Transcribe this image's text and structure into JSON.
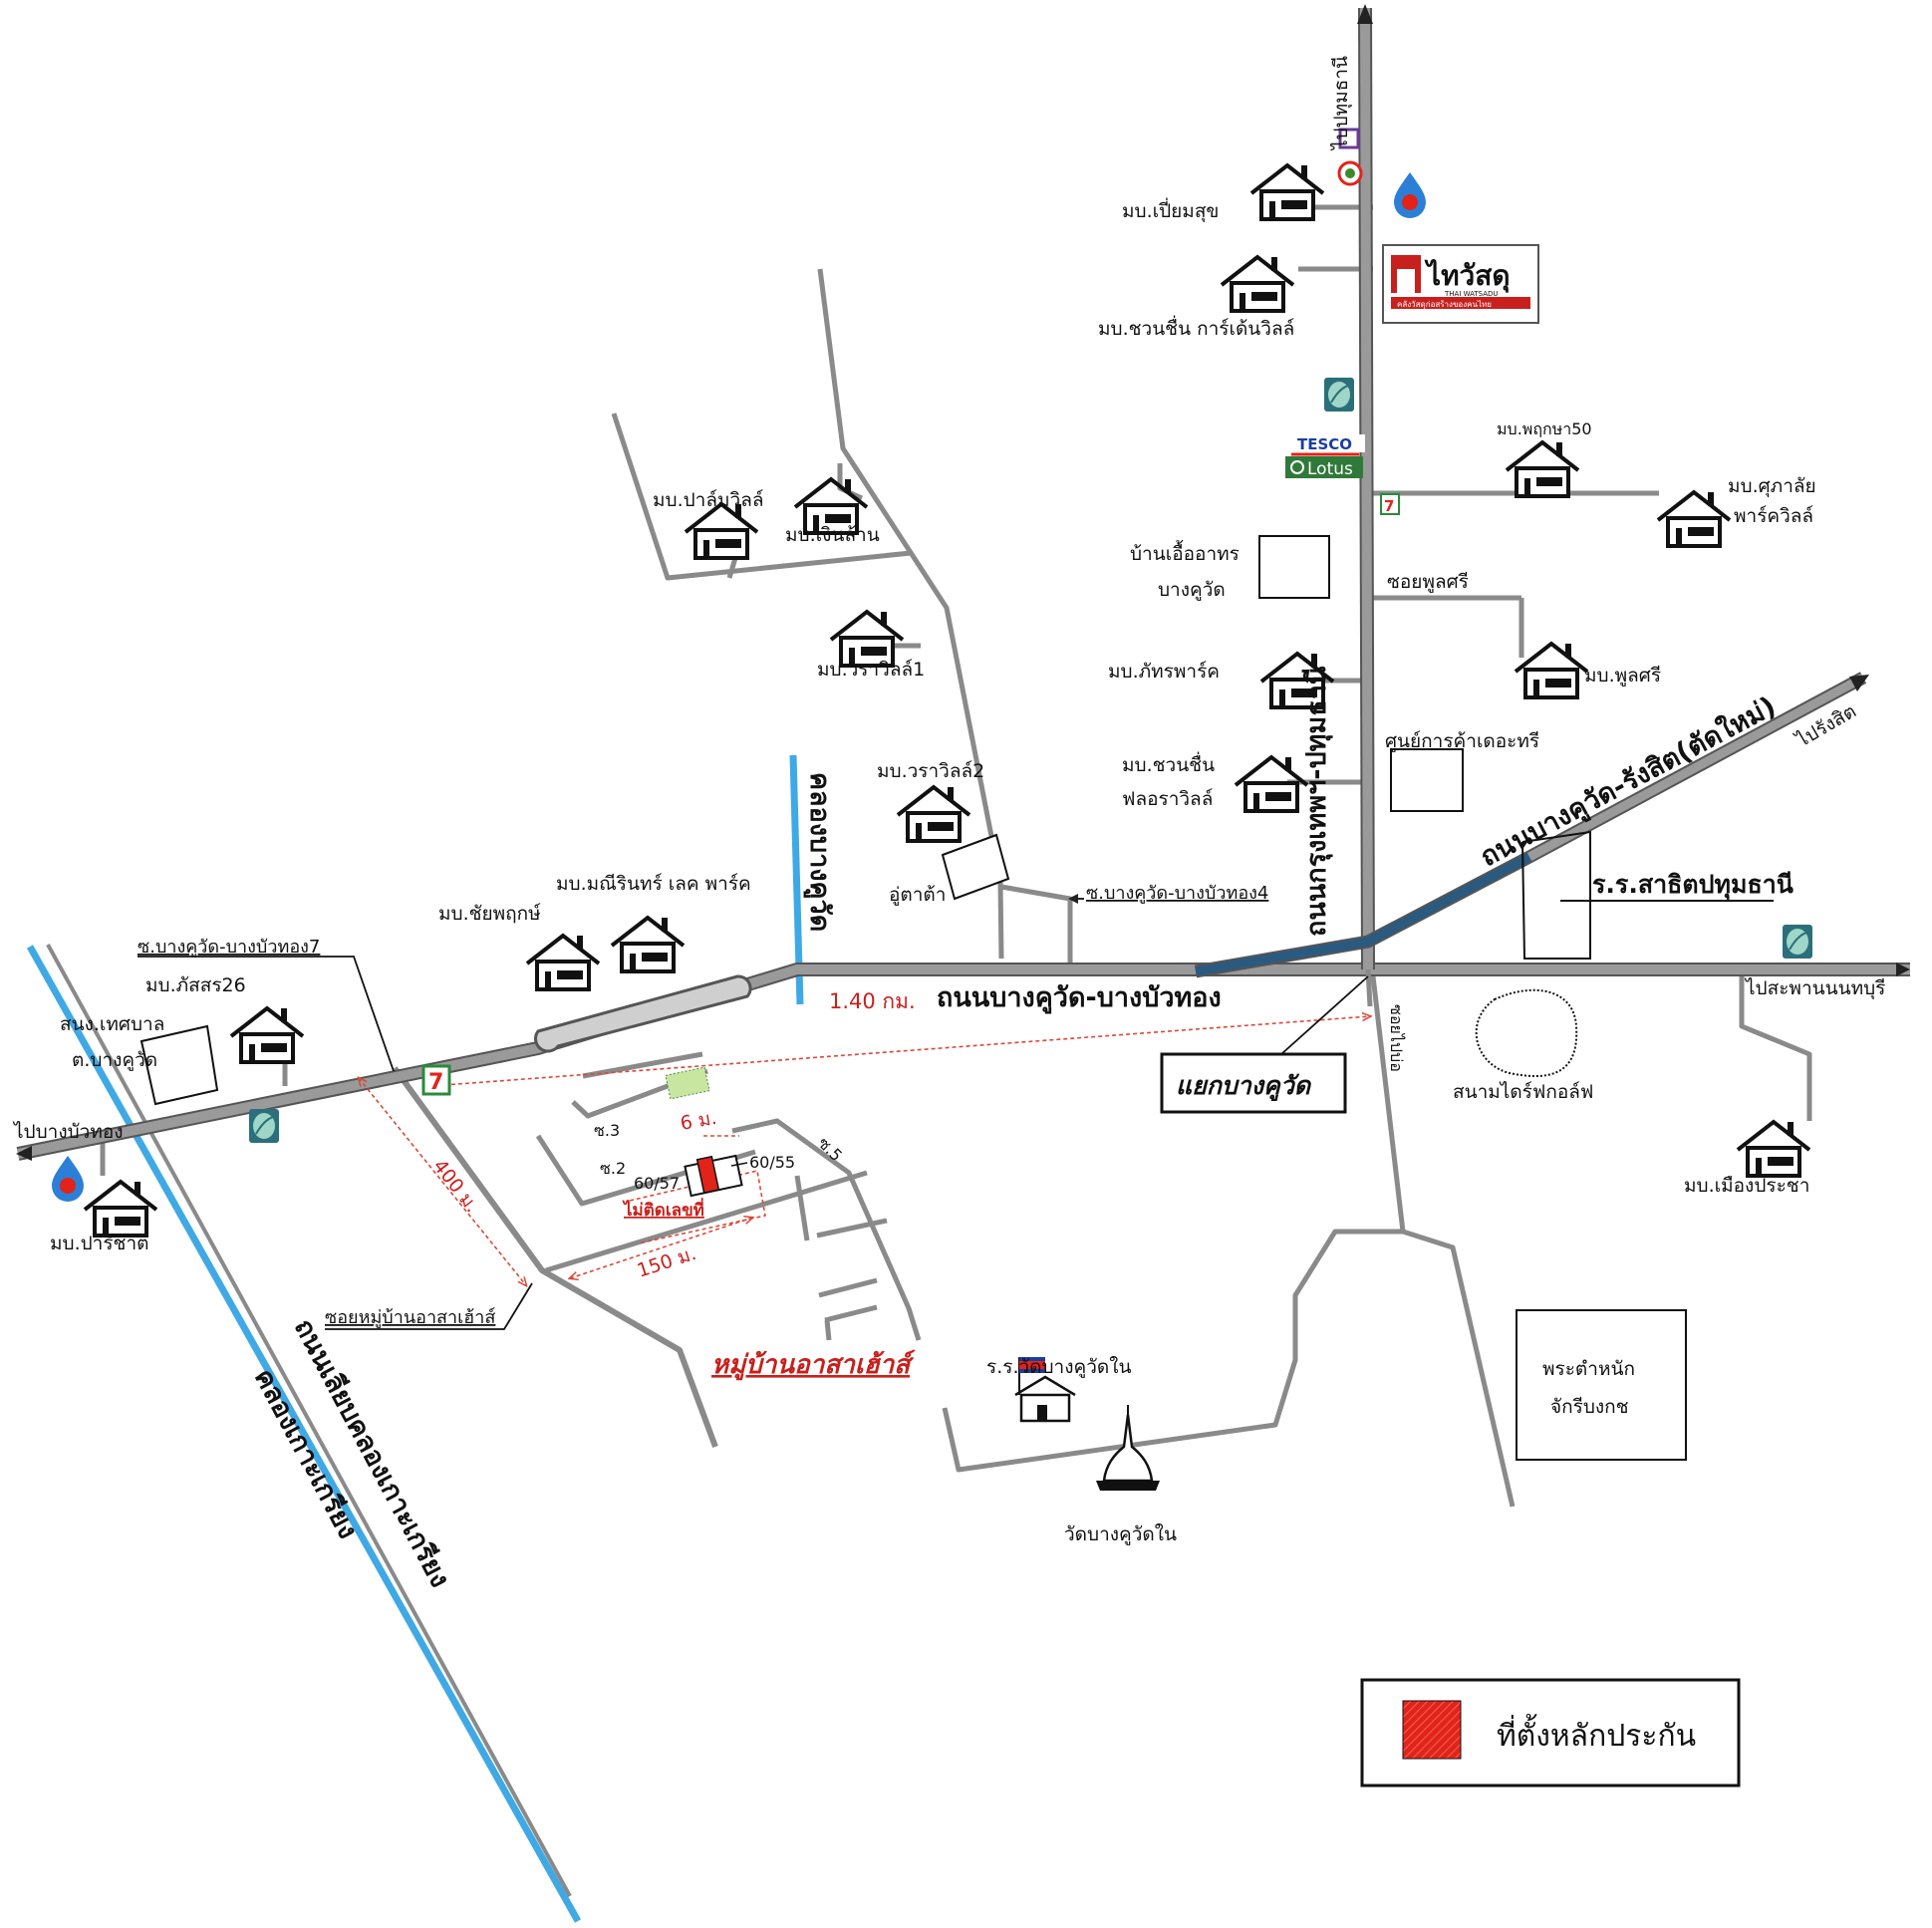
{
  "roads": {
    "main_ew": "ถนนบางคูวัด-บางบัวทอง",
    "main_ns": "ถนนกรุงเทพฯ-ปทุมธานี",
    "rangsit_new": "ถนนบางคูวัด-รังสิต(ตัดใหม่)",
    "canal_road": "ถนนเลียบคลองเกาะเกรียง",
    "soi_south": "ซอยไปบ่อ"
  },
  "canals": {
    "bang_khu_wat": "คลองบางคูวัด",
    "ko_kriang": "คลองเกาะเกรียง"
  },
  "directions": {
    "to_pathum": "ไปปทุมธานี",
    "to_rangsit": "ไปรังสิต",
    "to_nonthaburi": "ไปสะพานนนทบุรี",
    "to_bang_bua_thong": "ไปบางบัวทอง"
  },
  "distances": {
    "main": "1.40 กม.",
    "soi_400": "400 ม.",
    "soi_150": "150 ม.",
    "width_6": "6 ม."
  },
  "villages": {
    "pium_suk": "มบ.เปี่ยมสุข",
    "chuanchuen_garden": "มบ.ชวนชื่น การ์เด้นวิลล์",
    "pruksa50": "มบ.พฤกษา50",
    "supalai": [
      "มบ.ศุภาลัย",
      "พาร์ควิลล์"
    ],
    "palm_ville": "มบ.ปาล์มวิลล์",
    "ngern_lan": "มบ.เงินล้าน",
    "vara_ville1": "มบ.วราวิลล์1",
    "vara_ville2": "มบ.วราวิลล์2",
    "phattra_park": "มบ.ภัทรพาร์ค",
    "chuanchuen_flora": [
      "มบ.ชวนชื่น",
      "ฟลอราวิลล์"
    ],
    "pool_sri": "มบ.พูลศรี",
    "chai_pruk": "มบ.ชัยพฤกษ์",
    "manirin": "มบ.มณีรินทร์ เลค พาร์ค",
    "phatsorn26": "มบ.ภัสสร26",
    "parichat": "มบ.ปาริชาต",
    "muang_pracha": "มบ.เมืองประชา",
    "asa_house": "หมู่บ้านอาสาเฮ้าส์"
  },
  "places": {
    "orphanage": [
      "บ้านเอื้ออาทร",
      "บางคูวัด"
    ],
    "soi_pool_sri": "ซอยพูลศรี",
    "the_tree": "ศูนย์การค้าเดอะทรี",
    "satit_school": "ร.ร.สาธิตปทุมธานี",
    "u_ta_ta": "อู่ตาต้า",
    "soi4": "ซ.บางคูวัด-บางบัวทอง4",
    "soi7": "ซ.บางคูวัด-บางบัวทอง7",
    "municipal": [
      "สนง.เทศบาล",
      "ต.บางคูวัด"
    ],
    "junction": "แยกบางคูวัด",
    "golf": "สนามไดร์ฟกอล์ฟ",
    "soi_asa": "ซอยหมู่บ้านอาสาเฮ้าส์",
    "school_wat": "ร.ร.วัดบางคูวัดใน",
    "temple": "วัดบางคูวัดใน",
    "palace": [
      "พระตำหนัก",
      "จักรีบงกช"
    ]
  },
  "plot": {
    "soi3": "ซ.3",
    "soi2": "ซ.2",
    "soi5": "ซ.5",
    "house_left": "60/57",
    "house_right": "60/55",
    "no_number": "ไม่ติดเลขที่"
  },
  "brands": {
    "thaiwatsadu": "ไทวัสดุ",
    "thaiwatsadu_en": "THAI WATSADU",
    "thaiwatsadu_sub": "คลังวัสดุก่อสร้างของคนไทย",
    "tesco": "TESCO",
    "lotus": "Lotus",
    "seven": "7"
  },
  "legend": {
    "label": "ที่ตั้งหลักประกัน"
  },
  "colors": {
    "road": "#8a8a8a",
    "road_edge": "#555555",
    "canal": "#3fa9e6",
    "new_road": "#2a5a80",
    "collateral": "#e2231a",
    "dimension": "#d84a3a"
  },
  "icons": [
    "house-icon",
    "ptt-station-icon",
    "bank-icon",
    "tesco-lotus-logo",
    "seven-eleven-icon",
    "thaiwatsadu-logo",
    "school-flag-icon",
    "temple-stupa-icon"
  ]
}
